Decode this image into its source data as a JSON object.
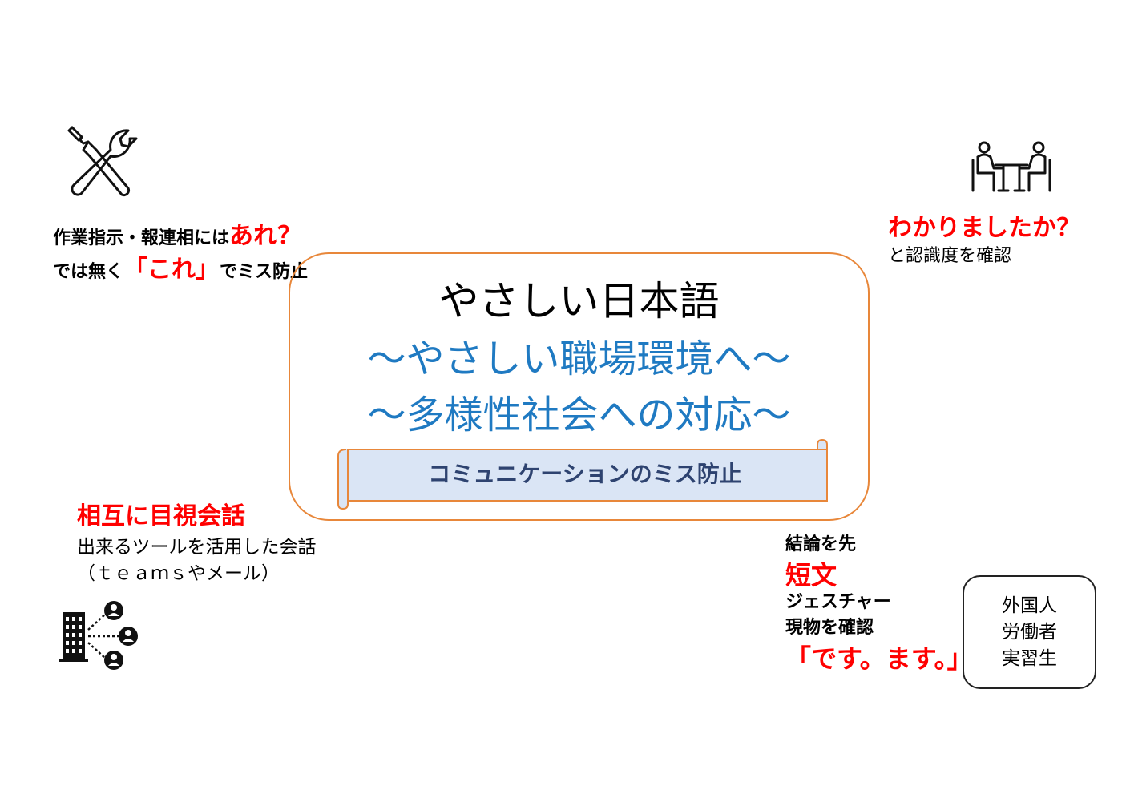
{
  "center": {
    "title": "やさしい日本語",
    "subtitle1": "～やさしい職場環境へ～",
    "subtitle2": "～多様性社会への対応～",
    "banner": "コミュニケーションのミス防止"
  },
  "top_left": {
    "line1_a": "作業指示・報連相には",
    "line1_b": "あれ？",
    "line2_a": "では無く",
    "line2_b": "「これ」",
    "line2_c": "でミス防止",
    "icon": "tools-icon"
  },
  "top_right": {
    "heading": "わかりましたか？",
    "sub": "と認識度を確認",
    "icon": "meeting-icon"
  },
  "bottom_left": {
    "heading": "相互に目視会話",
    "line1": "出来るツールを活用した会話",
    "line2": "（ｔｅａｍｓやメール）",
    "icon": "network-icon"
  },
  "bottom_right": {
    "line1": "結論を先",
    "line2": "短文",
    "line3": "ジェスチャー",
    "line4": "現物を確認",
    "line5": "「です。ます。」"
  },
  "worker_box": {
    "line1": "外国人",
    "line2": "労働者",
    "line3": "実習生"
  },
  "colors": {
    "accent_red": "#ff0000",
    "title_blue": "#1f7ac2",
    "box_orange": "#e8873a",
    "banner_fill": "#dae5f5",
    "banner_text": "#2e4370"
  }
}
